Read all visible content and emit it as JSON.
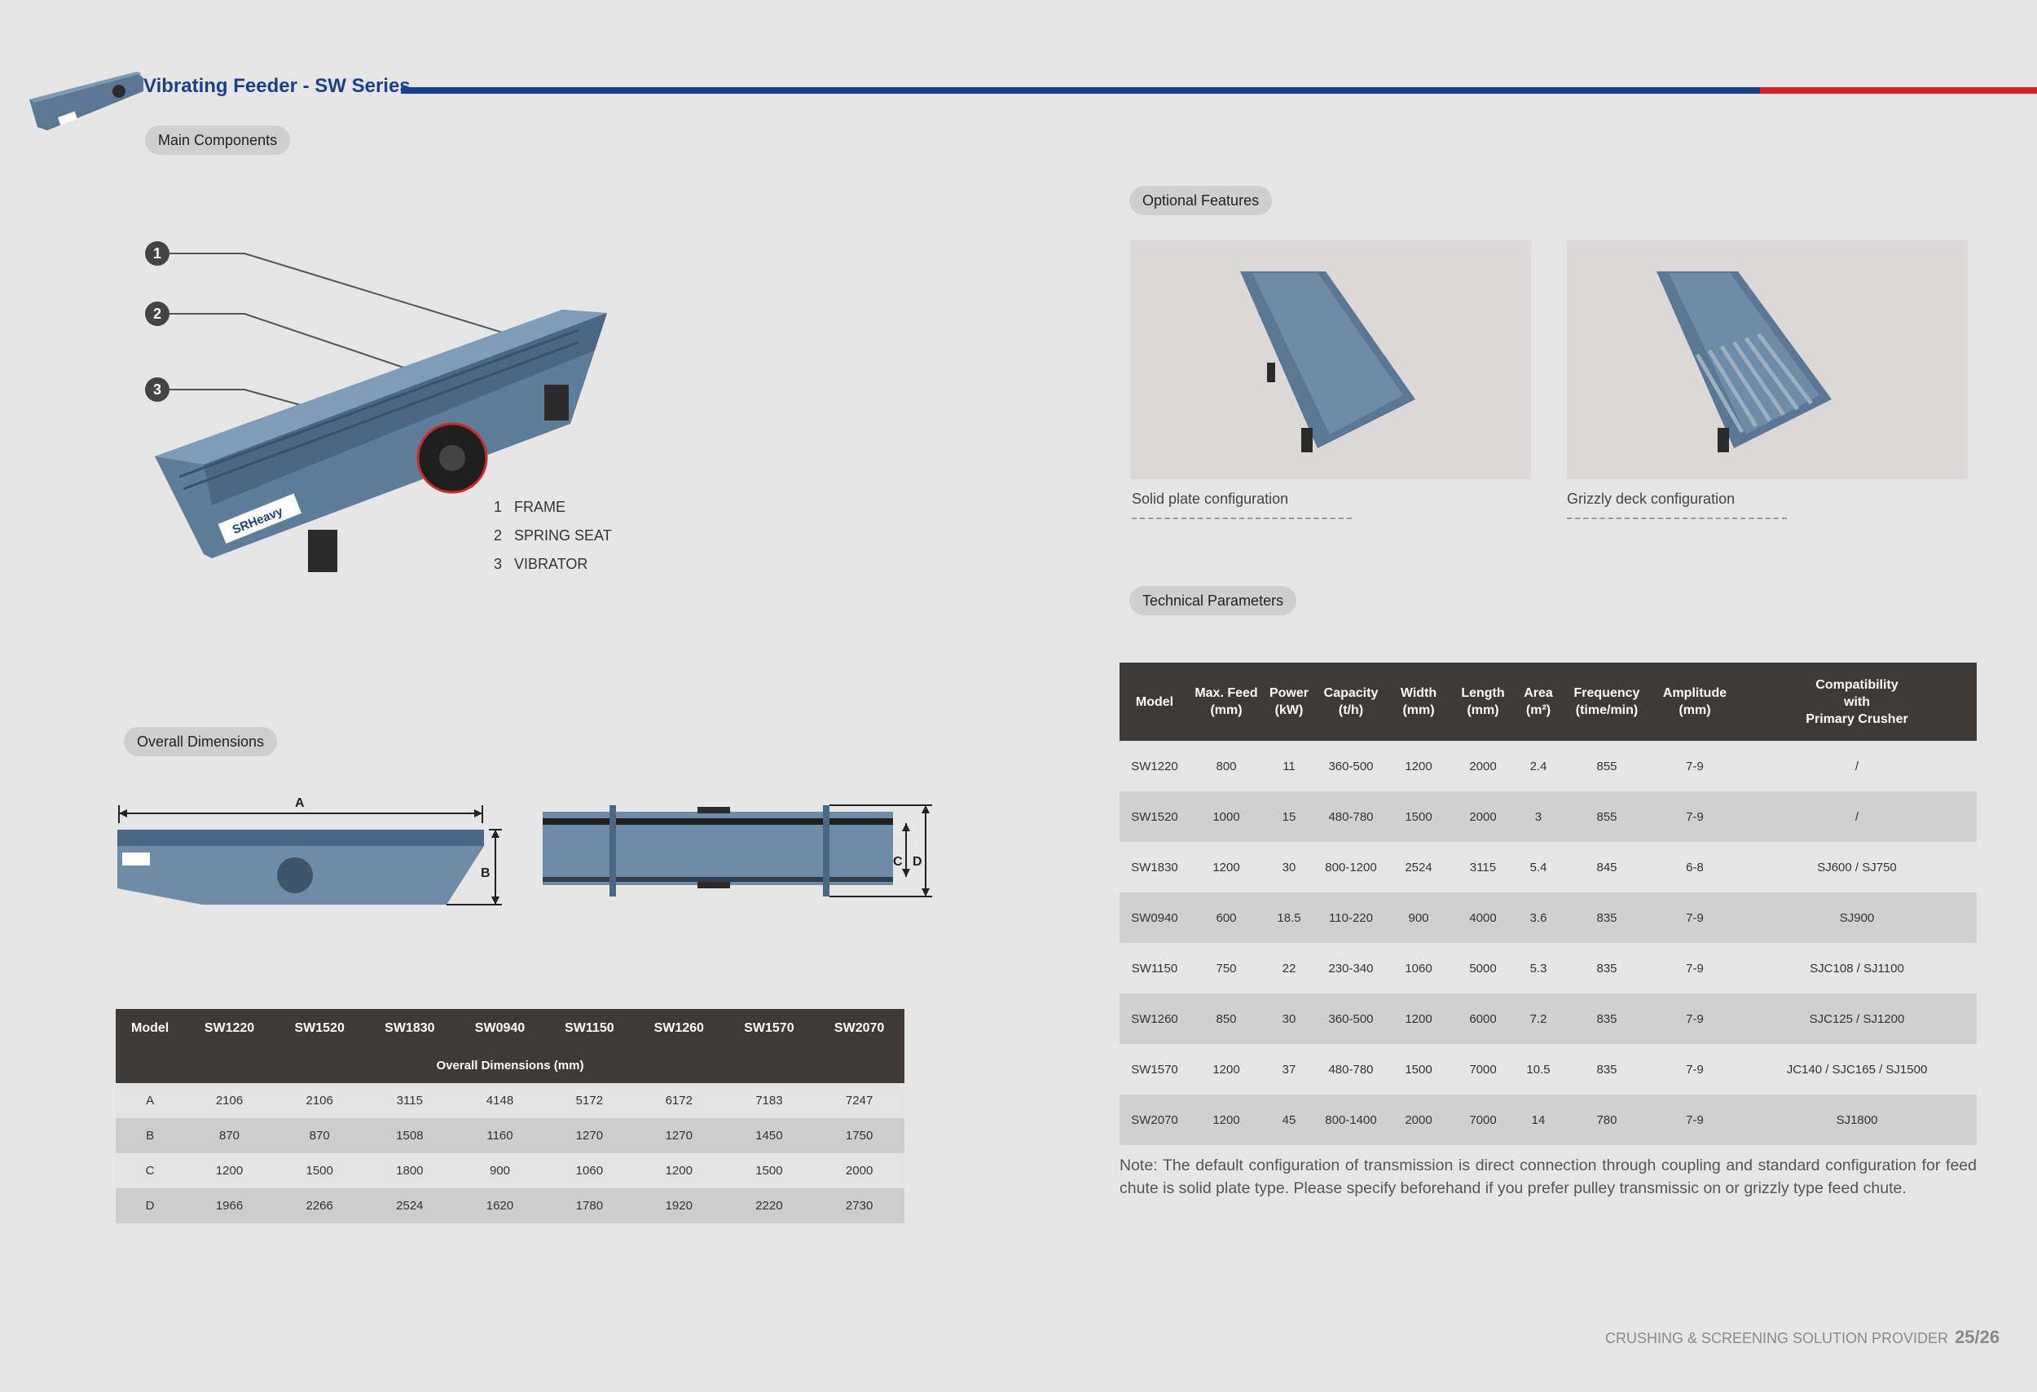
{
  "header": {
    "title": "Vibrating Feeder - SW Series"
  },
  "sections": {
    "main_components": "Main Components",
    "optional_features": "Optional Features",
    "technical_parameters": "Technical Parameters",
    "overall_dimensions": "Overall Dimensions"
  },
  "components": [
    {
      "num": "1",
      "label": "FRAME"
    },
    {
      "num": "2",
      "label": "SPRING SEAT"
    },
    {
      "num": "3",
      "label": "VIBRATOR"
    }
  ],
  "callouts": [
    "1",
    "2",
    "3"
  ],
  "brand": "SRHeavy",
  "optional": [
    {
      "caption": "Solid plate configuration"
    },
    {
      "caption": "Grizzly deck configuration"
    }
  ],
  "dim_labels": {
    "a": "A",
    "b": "B",
    "c": "C",
    "d": "D"
  },
  "tech_table": {
    "headers": [
      [
        "Model"
      ],
      [
        "Max. Feed",
        "(mm)"
      ],
      [
        "Power",
        "(kW)"
      ],
      [
        "Capacity",
        "(t/h)"
      ],
      [
        "Width",
        "(mm)"
      ],
      [
        "Length",
        "(mm)"
      ],
      [
        "Area",
        "(m²)"
      ],
      [
        "Frequency",
        "(time/min)"
      ],
      [
        "Amplitude",
        "(mm)"
      ],
      [
        "Compatibility",
        "with",
        "Primary Crusher"
      ]
    ],
    "rows": [
      [
        "SW1220",
        "800",
        "11",
        "360-500",
        "1200",
        "2000",
        "2.4",
        "855",
        "7-9",
        "/"
      ],
      [
        "SW1520",
        "1000",
        "15",
        "480-780",
        "1500",
        "2000",
        "3",
        "855",
        "7-9",
        "/"
      ],
      [
        "SW1830",
        "1200",
        "30",
        "800-1200",
        "2524",
        "3115",
        "5.4",
        "845",
        "6-8",
        "SJ600 / SJ750"
      ],
      [
        "SW0940",
        "600",
        "18.5",
        "110-220",
        "900",
        "4000",
        "3.6",
        "835",
        "7-9",
        "SJ900"
      ],
      [
        "SW1150",
        "750",
        "22",
        "230-340",
        "1060",
        "5000",
        "5.3",
        "835",
        "7-9",
        "SJC108 / SJ1100"
      ],
      [
        "SW1260",
        "850",
        "30",
        "360-500",
        "1200",
        "6000",
        "7.2",
        "835",
        "7-9",
        "SJC125 / SJ1200"
      ],
      [
        "SW1570",
        "1200",
        "37",
        "480-780",
        "1500",
        "7000",
        "10.5",
        "835",
        "7-9",
        "JC140 / SJC165 / SJ1500"
      ],
      [
        "SW2070",
        "1200",
        "45",
        "800-1400",
        "2000",
        "7000",
        "14",
        "780",
        "7-9",
        "SJ1800"
      ]
    ]
  },
  "dim_table": {
    "headers": [
      "Model",
      "SW1220",
      "SW1520",
      "SW1830",
      "SW0940",
      "SW1150",
      "SW1260",
      "SW1570",
      "SW2070"
    ],
    "subheader": "Overall Dimensions (mm)",
    "rows": [
      [
        "A",
        "2106",
        "2106",
        "3115",
        "4148",
        "5172",
        "6172",
        "7183",
        "7247"
      ],
      [
        "B",
        "870",
        "870",
        "1508",
        "1160",
        "1270",
        "1270",
        "1450",
        "1750"
      ],
      [
        "C",
        "1200",
        "1500",
        "1800",
        "900",
        "1060",
        "1200",
        "1500",
        "2000"
      ],
      [
        "D",
        "1966",
        "2266",
        "2524",
        "1620",
        "1780",
        "1920",
        "2220",
        "2730"
      ]
    ]
  },
  "note": "Note: The default configuration of transmission is direct connection through coupling and standard configuration for feed chute is solid plate type. Please specify beforehand if you prefer pulley transmissic on or grizzly type feed chute.",
  "footer": {
    "tagline": "CRUSHING & SCREENING SOLUTION PROVIDER",
    "pages": "25/26"
  }
}
